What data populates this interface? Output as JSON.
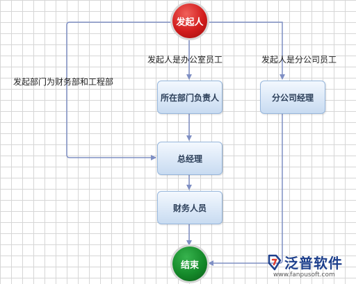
{
  "nodes": {
    "start": "发起人",
    "dept_head": "所在部门负责人",
    "branch_manager": "分公司经理",
    "general_manager": "总经理",
    "finance_staff": "财务人员",
    "end": "结束"
  },
  "edge_labels": {
    "office_staff": "发起人是办公室员工",
    "branch_staff": "发起人是分公司员工",
    "finance_engineering": "发起部门为财务部和工程部"
  },
  "watermark": {
    "brand": "泛普软件",
    "url": "www.fanpusoft.com"
  },
  "colors": {
    "start_node": "#d21d1d",
    "end_node": "#158a2a",
    "box_fill": "#dbe8f7",
    "box_border": "#96b6dc",
    "connector": "#7f8fc4",
    "logo": "#1d3f8c"
  }
}
